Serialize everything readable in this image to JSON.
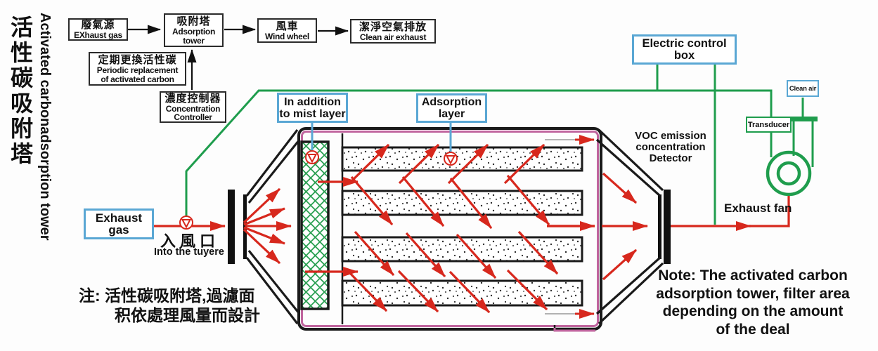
{
  "title": {
    "zh": "活性碳吸附塔",
    "en": "Activated carbonadsorption tower"
  },
  "flowchart": {
    "exhaust_source_zh": "廢氣源",
    "exhaust_source_en": "EXhaust gas",
    "adsorption_tower_zh": "吸附塔",
    "adsorption_tower_en1": "Adsorption",
    "adsorption_tower_en2": "tower",
    "wind_wheel_zh": "風車",
    "wind_wheel_en": "Wind wheel",
    "clean_air_exhaust_zh": "潔淨空氣排放",
    "clean_air_exhaust_en": "Clean air exhaust",
    "periodic_zh": "定期更換活性碳",
    "periodic_en1": "Periodic replacement",
    "periodic_en2": "of activated carbon",
    "controller_zh": "濃度控制器",
    "controller_en1": "Concentration",
    "controller_en2": "Controller"
  },
  "tower": {
    "exhaust_gas": "Exhaust gas",
    "inlet_zh": "入風口",
    "inlet_en": "Into the tuyere",
    "mist_line1": "In addition",
    "mist_line2": "to mist layer",
    "adsorption_line1": "Adsorption",
    "adsorption_line2": "layer"
  },
  "control": {
    "electric_control_box": "Electric control box",
    "voc_line1": "VOC emission",
    "voc_line2": "concentration",
    "voc_line3": "Detector",
    "transducer": "Transducer",
    "clean_air": "Clean air",
    "exhaust_fan": "Exhaust fan"
  },
  "notes": {
    "zh_line1": "注: 活性碳吸附塔,過濾面",
    "zh_line2": "积依處理風量而設計",
    "en_line1": "Note:  The activated carbon",
    "en_line2": "adsorption tower, filter area",
    "en_line3": "depending on the amount",
    "en_line4": "of the deal"
  },
  "colors": {
    "wire_green": "#1f9d4d",
    "flow_red": "#d7281d",
    "label_blue": "#5aa7d4",
    "tower_magenta": "#c0659e"
  }
}
